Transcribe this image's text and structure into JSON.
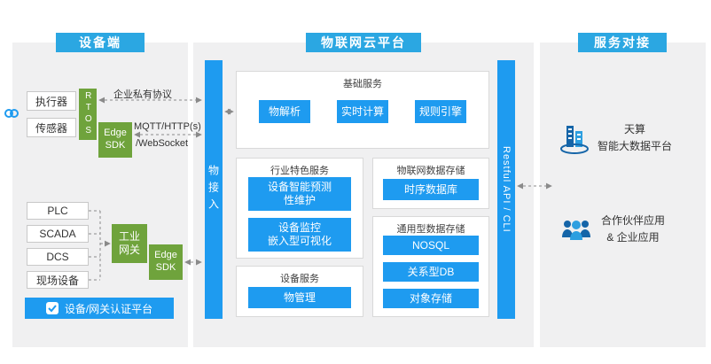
{
  "colors": {
    "header_blue": "#2BA7E2",
    "box_blue": "#1E9BF0",
    "green": "#6FA33C",
    "panel_gray": "#F0F0F1",
    "icon_blue_dark": "#1565A8",
    "icon_blue_light": "#2D9FE0"
  },
  "device_panel": {
    "title": "设备端",
    "actuator": "执行器",
    "sensor": "传感器",
    "rtos": "RTOS",
    "edge_sdk_top": "Edge\nSDK",
    "private_protocol_label": "企业私有协议",
    "mqtt_label": "MQTT/HTTP(s)",
    "websocket_label": "/WebSocket",
    "plc": "PLC",
    "scada": "SCADA",
    "dcs": "DCS",
    "field_devices": "现场设备",
    "industrial_gateway": "工业\n网关",
    "edge_sdk_bottom": "Edge\nSDK",
    "auth_platform": "设备/网关认证平台"
  },
  "cloud_panel": {
    "title": "物联网云平台",
    "thing_access": "物接入",
    "restful_api": "Restful API / CLI",
    "basic_services": {
      "title": "基础服务",
      "items": [
        "物解析",
        "实时计算",
        "规则引擎"
      ]
    },
    "industry_services": {
      "title": "行业特色服务",
      "items": [
        "设备智能预测\n性维护",
        "设备监控\n嵌入型可视化"
      ]
    },
    "device_services": {
      "title": "设备服务",
      "items": [
        "物管理"
      ]
    },
    "iot_storage": {
      "title": "物联网数据存储",
      "items": [
        "时序数据库"
      ]
    },
    "general_storage": {
      "title": "通用型数据存储",
      "items": [
        "NOSQL",
        "关系型DB",
        "对象存储"
      ]
    }
  },
  "service_panel": {
    "title": "服务对接",
    "big_data_platform": "天算\n智能大数据平台",
    "partner_apps": "合作伙伴应用\n& 企业应用"
  }
}
